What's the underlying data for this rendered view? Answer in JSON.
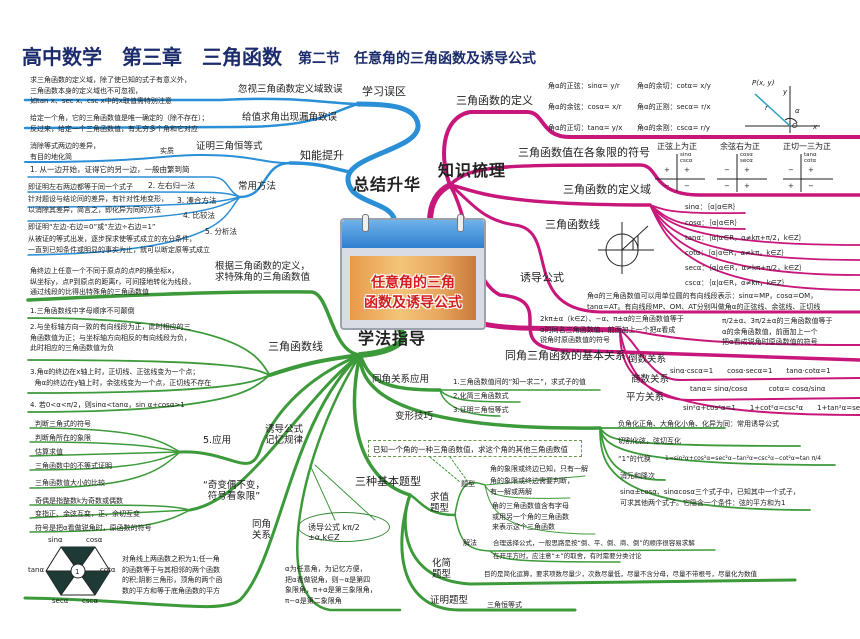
{
  "header": {
    "title": "高中数学　第三章　三角函数",
    "subtitle": "第二节　任意角的三角函数及诱导公式"
  },
  "center": {
    "line1": "任意角的三角",
    "line2": "函数及诱导公式"
  },
  "colors": {
    "blue": "#2a8fd6",
    "magenta": "#c8177a",
    "green": "#3d9a3a",
    "title": "#1b2b6b"
  },
  "summary": {
    "label": "总结升华",
    "mistakes": {
      "label": "学习误区",
      "items": [
        {
          "label": "忽视三角函数定义域致误",
          "note": "求三角函数的定义域，除了使已知的式子有意义外，\n三角函数本身的定义域也不可忽视，\n如tan x、sec x、csc x中的x取值需特别注意"
        },
        {
          "label": "给值求角出现漏角致误",
          "note": "给定一个角，它的三角函数值是唯一确定的（除不存在）；\n反过来，给定一个三角函数值，有无穷多个角和它对应"
        }
      ]
    },
    "ability": {
      "label": "知能提升",
      "proof": {
        "label": "证明三角恒等式",
        "essence": "实质",
        "note": "消除等式两边的差异，\n有目的地化简"
      },
      "methods": {
        "label": "常用方法",
        "items": [
          {
            "label": "1. 从一边开始，证得它的另一边，一般由繁到简"
          },
          {
            "label": "2. 左右归一法",
            "note": "即证明左右两边都等于同一个式子"
          },
          {
            "label": "3. 凑合方法",
            "note": "针对题设与结论间的差异，有针对性地变形，\n以消除其差异，简言之，即化异为同的方法"
          },
          {
            "label": "4. 比较法",
            "note": "即证明“左边-右边=0”或“左边÷右边=1”"
          },
          {
            "label": "5. 分析法",
            "note": "从被证的等式出发，逐步探求使等式成立的充分条件，\n一直到已知条件或明显的事实为止，就可以断定原等式成立"
          }
        ]
      }
    }
  },
  "knowledge": {
    "label": "知识梳理",
    "definition": {
      "label": "三角函数的定义",
      "formulas": [
        "角α的正弦：sinα= y/r",
        "角α的余弦：cosα= x/r",
        "角α的正切：tanα= y/x",
        "角α的余切：cotα= x/y",
        "角α的正割：secα= r/x",
        "角α的余割：cscα= r/y"
      ],
      "diagram": {
        "point": "P(x, y)",
        "r": "r",
        "alpha": "α",
        "x": "x",
        "y": "y",
        "o": "O"
      }
    },
    "signs": {
      "label": "三角函数值在各象限的符号",
      "quadrants": [
        {
          "title": "正弦上为正",
          "fn": "sinα cscα",
          "signs": [
            "+",
            "+",
            "−",
            "−"
          ]
        },
        {
          "title": "余弦右为正",
          "fn": "cosα secα",
          "signs": [
            "−",
            "+",
            "−",
            "+"
          ]
        },
        {
          "title": "正切一三为正",
          "fn": "tanα cotα",
          "signs": [
            "−",
            "+",
            "+",
            "−"
          ]
        }
      ]
    },
    "domain": {
      "label": "三角函数的定义域",
      "items": [
        "sinα：｛α|α∈R｝",
        "cosα：｛α|α∈R｝",
        "tanα：｛α|α∈R，α≠kπ+π/2，k∈Z｝",
        "cotα：｛α|α∈R，α≠kπ，k∈Z｝",
        "secα：｛α|α∈R，α≠kπ+π/2，k∈Z｝",
        "cscα：｛α|α∈R，α≠kπ，k∈Z｝"
      ]
    },
    "trig_lines": {
      "label": "三角函数线",
      "note": "角α的三角函数值可以用单位圆的有向线段表示：sinα=MP，cosα=OM，\ntanα=AT。有向线段MP、OM、AT分别叫做角α的正弦线、余弦线、正切线"
    },
    "induction": {
      "label": "诱导公式",
      "note1": "2kπ±α（k∈Z）、−α、π±α的三角函数值等于\nα的同名三角函数值，前面加上一个把α看成\n锐角时原函数值的符号",
      "note2": "π/2±α、3π/2±α的三角函数值等于\nα的余角函数值，前面加上一个\n把α看成锐角时原函数值的符号"
    },
    "relations": {
      "label": "同角三角函数的基本关系",
      "items": [
        {
          "label": "倒数关系",
          "formula": "sinα·cscα=1　　cosα·secα=1　　tanα·cotα=1"
        },
        {
          "label": "商数关系",
          "formula": "tanα= sinα/cosα　　　cotα= cosα/sinα"
        },
        {
          "label": "平方关系",
          "formula": "sin²α+cos²α=1　　1+cot²α=csc²α　　1+tan²α=sec²α"
        }
      ]
    }
  },
  "method": {
    "label": "学法指导",
    "special": {
      "label": "根据三角函数的定义，\n求特殊角的三角函数值",
      "note": "角终边上任意一个不同于原点的点P的横坐标x，\n纵坐标y，点P到原点的距离r，可间接地转化为线段，\n通过线段的比得出特殊角的三角函数值"
    },
    "trig_lines": {
      "label": "三角函数线",
      "items": [
        "1.三角函数线中字母顺序不可颠倒",
        "2.与坐标轴方向一致的有向线段为正，此时相应的三\n角函数值为正；与坐标轴方向相反的有向线段为负，\n此时相应的三角函数值为负",
        "3.角α的终边在x轴上时，正切线、正弦线变为一个点；\n  角α的终边在y轴上时，余弦线变为一个点，正切线不存在",
        "4. 若0<α<π/2，则sinα<tanα，sin α+cosα>1"
      ],
      "apply": {
        "label": "5.应用",
        "items": [
          "判断三角式的符号",
          "判断角所在的象限",
          "估算求值",
          "三角函数中的不等式证明",
          "三角函数值大小的比较"
        ]
      }
    },
    "memory": {
      "label": "诱导公式\n记忆规律",
      "rule": {
        "label": "“奇变偶不变，\n符号看象限”",
        "items": [
          "奇偶是指整数k为奇数或偶数",
          "变指正、余弦互变，正、余切互变",
          "符号是把α看做锐角时，原函数的符号"
        ]
      },
      "formula": "诱导公式 kπ/2 ±α,k∈Z",
      "note": "α为任意角，为记忆方便，\n把α看做锐角，则−α是第四\n象限角，π+α是第三象限角，\nπ−α是第二象限角"
    },
    "same_angle": {
      "label": "同角\n关系",
      "hexagon": {
        "top_left": "sinα",
        "top_right": "cosα",
        "left": "tanα",
        "right": "cotα",
        "bottom_left": "secα",
        "bottom_right": "cscα",
        "center": "1"
      },
      "note": "对角线上两函数之积为1;任一角\n的函数等于与其相邻的两个函数\n的积;阴影三角形，顶角的两个函\n数的平方和等于底角函数的平方"
    },
    "application": {
      "label": "同角关系应用",
      "items": [
        "1.三角函数值间的“知一求二”，求式子的值",
        "2.化简三角函数式",
        "3.证明三角恒等式"
      ]
    },
    "techniques": {
      "label": "变形技巧",
      "items": [
        "负角化正角、大角化小角、化异为同：常用诱导公式",
        "切割化弦，弦切互化",
        "“1”的代换",
        "消元和降次",
        "sinα±cosα、sinαcosα三个式子中，已知其中一个式子，\n可求其他两个式子。它隐含一个条件：弦的平方和为1"
      ],
      "one_formula": "1=sin²α+cos²α=sec²α−tan²α=csc²α−cot²α=tan π/4"
    },
    "types": {
      "label": "三种基本题型",
      "dashed_note": "已知一个角的一种三角函数值，求这个角的其他三角函数值",
      "value": {
        "label": "求值\n题型",
        "sub": "题型",
        "items": [
          "角的象限或终边已知，只有一解",
          "角的象限或终边需要判断，\n有一解或两解",
          "角的三角函数值含有字母\n或用另一个角的三角函数\n来表示这个三角函数"
        ],
        "solution": {
          "label": "解法",
          "items": [
            "合理选择公式，一般思路是按“倒、平、倒、商、倒”的顺序很容易求解",
            "在开平方时，应注意“±”的取舍，有时需要分类讨论"
          ]
        }
      },
      "simplify": {
        "label": "化简\n题型",
        "note": "目的是简化运算，要求项数尽量少，次数尽量低，尽量不含分母，尽量不带根号，尽量化为数值"
      },
      "proof": {
        "label": "证明题型",
        "note": "三角恒等式"
      }
    }
  }
}
